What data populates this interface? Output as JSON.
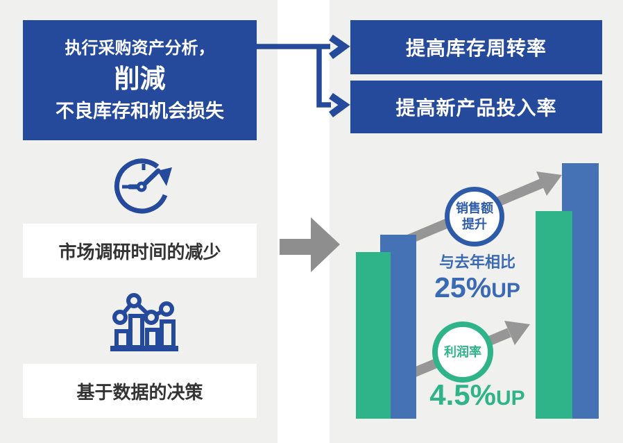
{
  "colors": {
    "background": "#f0f0ee",
    "divider_white": "#ffffff",
    "dark_blue": "#254a9b",
    "bar_blue": "#4571b5",
    "green": "#2fb389",
    "arrow_gray": "#969696",
    "note_blue": "#3a6ab4",
    "badge_blue": "#2e5ba8",
    "text_dark": "#333333"
  },
  "left_panel": {
    "premise_box": {
      "line1": "执行采购资产分析，",
      "line2": "削減",
      "line3": "不良库存和机会损失"
    },
    "benefits": [
      {
        "icon": "clock-arrow-icon",
        "label": "市场调研时间的减少"
      },
      {
        "icon": "bar-line-chart-icon",
        "label": "基于数据的决策"
      }
    ]
  },
  "right_panel": {
    "outcomes": [
      {
        "label": "提高库存周转率"
      },
      {
        "label": "提高新产品投入率"
      }
    ]
  },
  "chart_data": {
    "type": "bar",
    "title": "",
    "categories": [
      "left-group",
      "right-group"
    ],
    "series": [
      {
        "name": "green-bar",
        "color": "#2fb389",
        "relative_heights": [
          240,
          299
        ]
      },
      {
        "name": "blue-bar",
        "color": "#4571b5",
        "relative_heights": [
          265,
          368
        ]
      }
    ],
    "grid": false,
    "axes_shown": false,
    "annotations": [
      {
        "badge_lines": [
          "销售额",
          "提升"
        ],
        "badge_color": "#2e5ba8",
        "note": "与去年相比",
        "value": "25%",
        "suffix": "UP"
      },
      {
        "badge_lines": [
          "利润率"
        ],
        "badge_color": "#2fb389",
        "note": "",
        "value": "4.5%",
        "suffix": "UP"
      }
    ]
  }
}
